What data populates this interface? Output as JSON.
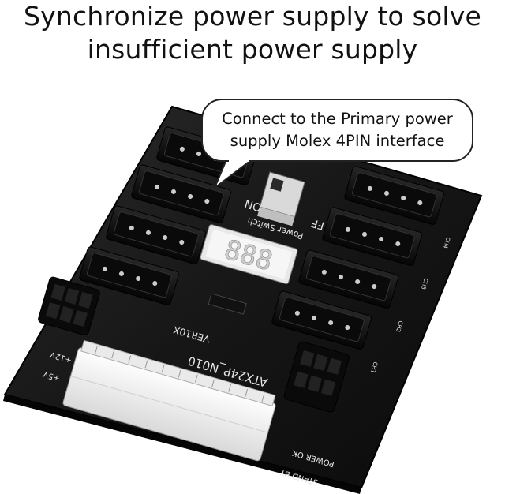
{
  "headline": {
    "line1": "Synchronize power supply to solve",
    "line2": "insufficient power supply"
  },
  "callout": {
    "line1": "Connect to the Primary power",
    "line2": "supply Molex 4PIN interface"
  },
  "board": {
    "model_label": "ATX24P_N010",
    "version_label": "VER10X",
    "switch_label": "Power Switch",
    "switch_on": "ON",
    "switch_off": "FF",
    "display_digits": "888",
    "rail_12v": "+12V",
    "rail_5v": "+5V",
    "power_ok_label": "POWER OK",
    "standby_label": "STAND BY",
    "ch_labels": [
      "CH4",
      "CH3",
      "CH2",
      "CH1"
    ],
    "colors": {
      "pcb": "#161616",
      "connector": "#0d0d0d",
      "atx_connector": "#f2f2f2",
      "silkscreen": "#e6e6e6"
    }
  }
}
